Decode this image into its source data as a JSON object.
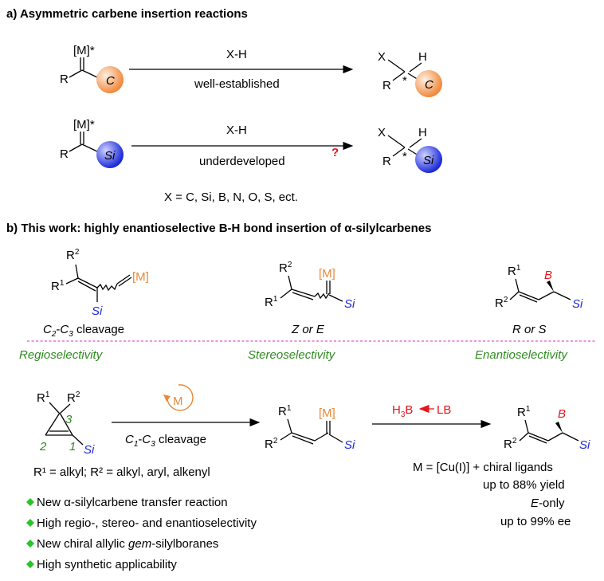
{
  "section_a": {
    "title": "a) Asymmetric carbene insertion reactions",
    "metal": "[M]*",
    "r": "R",
    "c_label": "C",
    "si_label": "Si",
    "x": "X",
    "h": "H",
    "star": "*",
    "reagent": "X-H",
    "cond1": "well-established",
    "cond2": "underdeveloped",
    "question": "?",
    "x_list": "X = C, Si, B, N, O, S, ect."
  },
  "section_b": {
    "title_pre": "b) This work: highly enantioselective B-H bond insertion of ",
    "title_alpha": "α",
    "title_post": "-silylcarbenes",
    "r1": "R",
    "r2": "R",
    "sup1": "1",
    "sup2": "2",
    "metal": "[M]",
    "si": "Si",
    "b": "B",
    "cleavage_c2": "C",
    "cleavage_sub2": "2",
    "cleavage_dash": "-",
    "cleavage_c3": "C",
    "cleavage_sub3": "3",
    "cleavage_word": " cleavage",
    "z_or_e": "Z or E",
    "r_or_s": "R or S",
    "regio": "Regioselectivity",
    "stereo": "Stereoselectivity",
    "enantio": "Enantioselectivity",
    "m_catalyst": "M",
    "ring_labels": [
      "1",
      "2",
      "3"
    ],
    "cleavage2_c1": "C",
    "cleavage2_sub1": "1",
    "cleavage2_c3": "C",
    "cleavage2_sub3": "3",
    "reagent_h3b": "H",
    "reagent_h3b_sub": "3",
    "reagent_b": "B",
    "reagent_lb": "LB",
    "substituents": "R¹ = alkyl; R² = alkyl, aryl, alkenyl",
    "conditions": [
      "M = [Cu(I)] + chiral ligands",
      "up to 88% yield",
      "-only",
      "up to 99% ee"
    ],
    "e_label": "E",
    "bullets": [
      {
        "pre": "New ",
        "alpha": "α",
        "post": "-silylcarbene transfer reaction"
      },
      {
        "pre": "High regio-, stereo- and enantioselectivity",
        "alpha": "",
        "post": ""
      },
      {
        "pre": "New chiral allylic ",
        "alpha": "gem",
        "post": "-silylboranes"
      },
      {
        "pre": "High synthetic applicability",
        "alpha": "",
        "post": ""
      }
    ]
  },
  "colors": {
    "orange": "#f2a66e",
    "blue": "#3a45e0",
    "red": "#e8131b",
    "green": "#2e8b1f",
    "magenta_divider": "#e84fd3"
  }
}
